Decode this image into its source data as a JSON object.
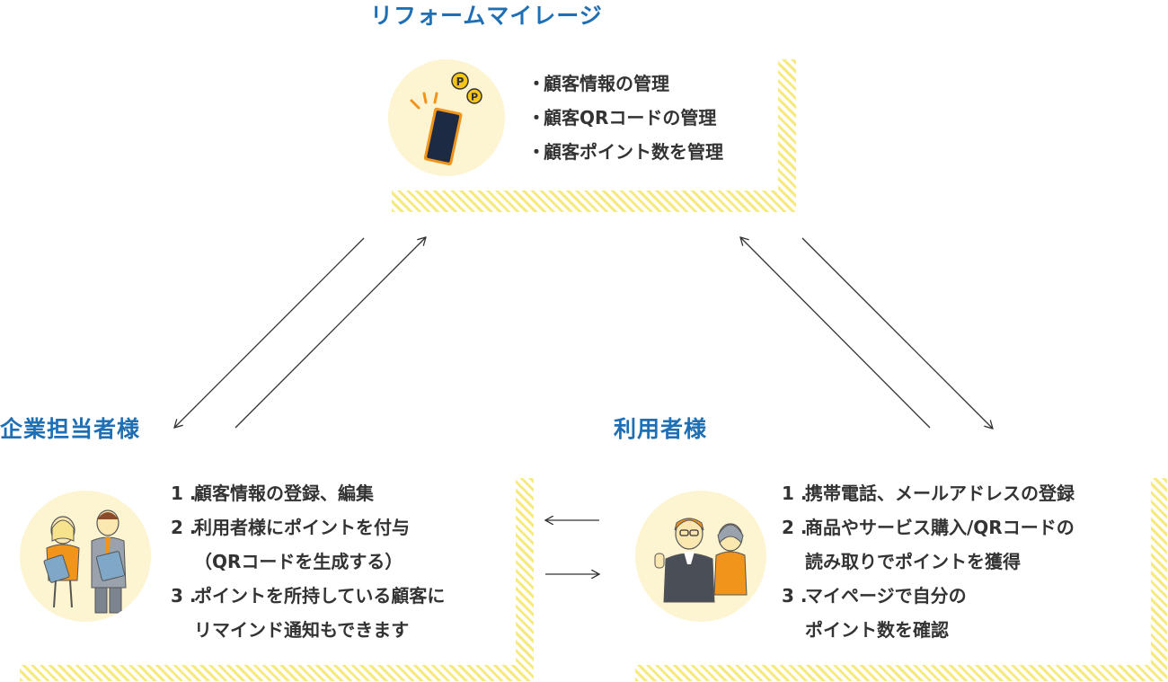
{
  "center": {
    "title": "リフォームマイレージ",
    "bullet": "・",
    "items": [
      "顧客情報の管理",
      "顧客QRコードの管理",
      "顧客ポイント数を管理"
    ]
  },
  "company": {
    "title": "企業担当者様",
    "items": [
      {
        "num": "1 .",
        "lines": [
          "顧客情報の登録、編集"
        ]
      },
      {
        "num": "2 .",
        "lines": [
          "利用者様にポイントを付与",
          "（QRコードを生成する）"
        ]
      },
      {
        "num": "3 .",
        "lines": [
          "ポイントを所持している顧客に",
          "リマインド通知もできます"
        ]
      }
    ]
  },
  "user": {
    "title": "利用者様",
    "items": [
      {
        "num": "1 .",
        "lines": [
          "携帯電話、メールアドレスの登録"
        ]
      },
      {
        "num": "2 .",
        "lines": [
          "商品やサービス購入/QRコードの",
          "読み取りでポイントを獲得"
        ]
      },
      {
        "num": "3 .",
        "lines": [
          "マイページで自分の",
          "ポイント数を確認"
        ]
      }
    ]
  },
  "icons": {
    "center": "smartphone-coins-icon",
    "company": "business-people-icon",
    "user": "customers-icon"
  },
  "colors": {
    "title": "#1f6fb5",
    "hatch": "#f6ea7e",
    "circle": "#fdf4d2",
    "text": "#333333",
    "arrow": "#333333",
    "accent_orange": "#f0941c",
    "phone_navy": "#1c2a44"
  }
}
